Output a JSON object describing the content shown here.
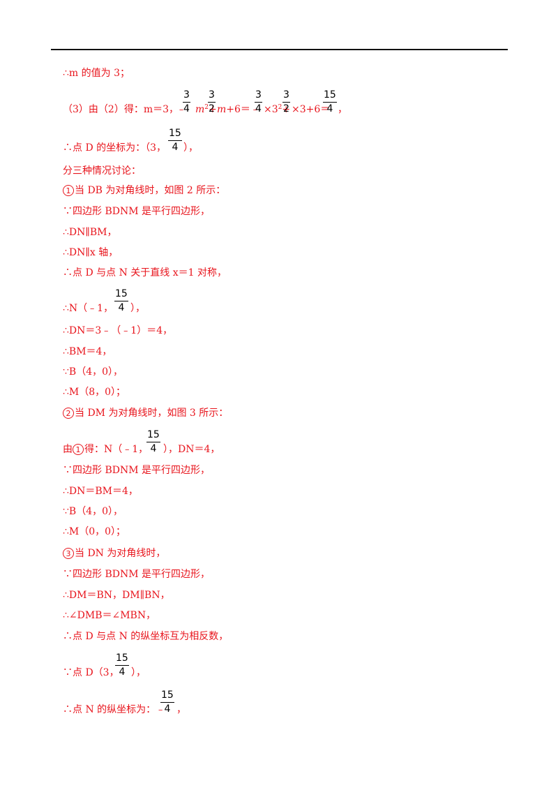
{
  "lines": [
    "∴m 的值为 3；",
    "（3）由（2）得：m＝3，",
    "∴点 D 的坐标为：（3，",
    "分三种情况讨论：",
    "当 DB 为对角线时，如图 2 所示：",
    "∵四边形 BDNM 是平行四边形，",
    "∴DN∥BM，",
    "∴DN∥x 轴，",
    "∴点 D 与点 N 关于直线 x＝1 对称，",
    "∴N（﹣1，",
    "∴DN＝3﹣（﹣1）＝4，",
    "∴BM＝4，",
    "∵B（4，0），",
    "∴M（8，0）；",
    "当 DM 为对角线时，如图 3 所示：",
    "由",
    "∵四边形 BDNM 是平行四边形，",
    "∴DN＝BM＝4，",
    "∵B（4，0），",
    "∴M（0，0）；",
    "当 DN 为对角线时，",
    "∵四边形 BDNM 是平行四边形，",
    "∴DM＝BN，DM∥BN，",
    "∴∠DMB＝∠MBN，",
    "∴点 D 与点 N 的纵坐标互为相反数，",
    "∵点 D（3，",
    "∴点 N 的纵坐标为：﹣"
  ],
  "markers": [
    "1",
    "2",
    "3"
  ],
  "eq3": {
    "a": "﹣",
    "m": "m",
    "sq": "2",
    "b": "+",
    "c": "m+6＝﹣",
    "d": "×3",
    "e": "2",
    "f": "+",
    "g": "×3+6＝",
    "h": "，"
  },
  "tails": {
    "t3": "），",
    "t10": "），",
    "t16a": "得：N（﹣1，",
    "t16b": "），DN＝4，",
    "t26": "），",
    "t27": "，"
  },
  "fractions": [
    {
      "num": "3",
      "den": "4"
    },
    {
      "num": "3",
      "den": "2"
    },
    {
      "num": "3",
      "den": "4"
    },
    {
      "num": "3",
      "den": "2"
    },
    {
      "num": "15",
      "den": "4"
    },
    {
      "num": "15",
      "den": "4"
    },
    {
      "num": "15",
      "den": "4"
    },
    {
      "num": "15",
      "den": "4"
    },
    {
      "num": "15",
      "den": "4"
    },
    {
      "num": "15",
      "den": "4"
    }
  ]
}
